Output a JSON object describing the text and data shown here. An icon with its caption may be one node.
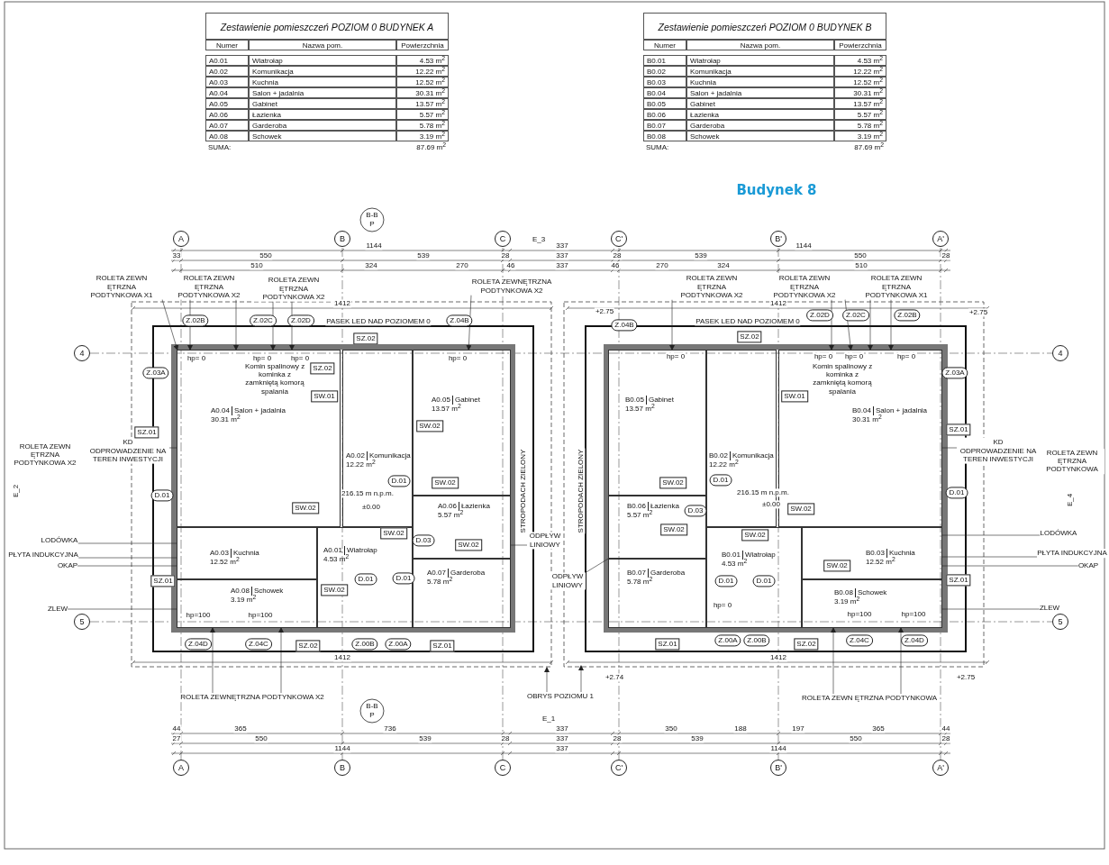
{
  "diagram": {
    "title": "Budynek 8",
    "nodes": [
      {
        "text": [
          "A0.04",
          "Salon + jadalnia",
          "30.31 m$^{2}$"
        ]
      },
      {
        "text": [
          "A0.05",
          "Gabinet",
          "13.57 m$^{2}$"
        ]
      },
      {
        "text": [
          "A0.02",
          "Komunikacja",
          "12.22 m$^{2}$"
        ]
      },
      {
        "text": [
          "A0.06",
          "Łazienka",
          "5.57 m$^{2}$"
        ]
      },
      {
        "text": [
          "A0.01",
          "Wiatrołap",
          "4.53 m$^{2}$"
        ]
      },
      {
        "text": [
          "A0.07",
          "Garderoba",
          "5.78 m$^{2}$"
        ]
      },
      {
        "text": [
          "A0.03",
          "Kuchnia",
          "12.52 m$^{2}$"
        ]
      },
      {
        "text": [
          "A0.08",
          "Schowek",
          "3.19 m$^{2}$"
        ]
      },
      {
        "text": [
          "B0.05",
          "Gabinet",
          "13.57 m$^{2}$"
        ]
      },
      {
        "text": [
          "B0.04",
          "Salon + jadalnia",
          "30.31 m$^{2}$"
        ]
      },
      {
        "text": [
          "B0.02",
          "Komunikacja",
          "12.22 m$^{2}$"
        ]
      },
      {
        "text": [
          "B0.06",
          "Łazienka",
          "5.57 m$^{2}$"
        ]
      },
      {
        "text": [
          "B0.01",
          "Wiatrołap",
          "4.53 m$^{2}$"
        ]
      },
      {
        "text": [
          "B0.07",
          "Garderoba",
          "5.78 m$^{2}$"
        ]
      },
      {
        "text": [
          "B0.03",
          "Kuchnia",
          "12.52 m$^{2}$"
        ]
      },
      {
        "text": [
          "B0.08",
          "Schowek",
          "3.19 m$^{2}$"
        ]
      },
      {
        "text": [
          "ROLETA ZEWN ĘTRZNA PODTYNKOWA X1"
        ]
      },
      {
        "text": [
          "ROLETA ZEWN ĘTRZNA PODTYNKOWA X2"
        ]
      },
      {
        "text": [
          "ROLETA ZEWN ĘTRZNA PODTYNKOWA X2"
        ]
      },
      {
        "text": [
          "ROLETA ZEWNĘTRZNA PODTYNKOWA X2"
        ]
      },
      {
        "text": [
          "KD",
          "ODPROWADZENIE NA TEREN INWESTYCJI"
        ]
      },
      {
        "text": [
          "LODÓWKA"
        ]
      },
      {
        "text": [
          "PŁYTA INDUKCYJNA"
        ]
      },
      {
        "text": [
          "OKAP"
        ]
      },
      {
        "text": [
          "ZLEW"
        ]
      },
      {
        "text": [
          "ODPŁYW LINIOWY"
        ]
      },
      {
        "text": [
          "ROLETA ZEWNĘTRZNA PODTYNKOWA X2"
        ]
      },
      {
        "text": [
          "OBRYS POZIOMU 1"
        ]
      },
      {
        "text": [
          "ROLETA ZEWN ĘTRZNA PODTYNKOWA X2"
        ]
      },
      {
        "text": [
          "ROLETA ZEWN ĘTRZNA PODTYNKOWA X2"
        ]
      },
      {
        "text": [
          "ROLETA ZEWN ĘTRZNA PODTYNKOWA X1"
        ]
      },
      {
        "text": [
          "KD",
          "ODPROWADZENIE NA TEREN INWESTYCJI"
        ]
      },
      {
        "text": [
          "ODPŁYW LINIOWY"
        ]
      },
      {
        "text": [
          "LODÓWKA"
        ]
      },
      {
        "text": [
          "PŁYTA INDUKCYJNA"
        ]
      },
      {
        "text": [
          "OKAP"
        ]
      },
      {
        "text": [
          "ZLEW"
        ]
      },
      {
        "text": [
          "ROLETA ZEWN ĘTRZNA PODTYNKOWA"
        ]
      }
    ],
    "edges": [
      {
        "from": 16,
        "to": 0,
        "arrow": "to"
      },
      {
        "from": 17,
        "to": 0,
        "arrow": "to"
      },
      {
        "from": 17,
        "to": 0,
        "arrow": "to"
      },
      {
        "from": 18,
        "to": 0,
        "arrow": "to"
      },
      {
        "from": 18,
        "to": 0,
        "arrow": "to"
      },
      {
        "from": 19,
        "to": 1,
        "arrow": "to"
      },
      {
        "from": 20,
        "to": 0,
        "arrow": "none"
      },
      {
        "from": 21,
        "to": 6,
        "arrow": "none"
      },
      {
        "from": 22,
        "to": 6,
        "arrow": "none"
      },
      {
        "from": 23,
        "to": 6,
        "arrow": "none"
      },
      {
        "from": 24,
        "to": 7,
        "arrow": "none"
      },
      {
        "from": 25,
        "to": 3,
        "arrow": "none"
      },
      {
        "from": 26,
        "to": 7,
        "arrow": "to"
      },
      {
        "from": 26,
        "to": 7,
        "arrow": "to"
      },
      {
        "from": 27,
        "to": null,
        "arrow": "to"
      },
      {
        "from": 27,
        "to": null,
        "arrow": "to"
      },
      {
        "from": 28,
        "to": 8,
        "arrow": "to"
      },
      {
        "from": 29,
        "to": 9,
        "arrow": "to"
      },
      {
        "from": 29,
        "to": 9,
        "arrow": "to"
      },
      {
        "from": 30,
        "to": 9,
        "arrow": "to"
      },
      {
        "from": 30,
        "to": 9,
        "arrow": "to"
      },
      {
        "from": 31,
        "to": 9,
        "arrow": "none"
      },
      {
        "from": 32,
        "to": 11,
        "arrow": "none"
      },
      {
        "from": 33,
        "to": 14,
        "arrow": "none"
      },
      {
        "from": 34,
        "to": 14,
        "arrow": "none"
      },
      {
        "from": 35,
        "to": 14,
        "arrow": "none"
      },
      {
        "from": 36,
        "to": 15,
        "arrow": "none"
      },
      {
        "from": 37,
        "to": 15,
        "arrow": "to"
      },
      {
        "from": 37,
        "to": 15,
        "arrow": "to"
      }
    ],
    "labels": [
      "Zestawienie pomieszczeń POZIOM 0 BUDYNEK A",
      "Numer",
      "Nazwa pom.",
      "Powierzchnia",
      "A0.01",
      "Wiatrołap",
      "4.53 m$^{2}$",
      "A0.02",
      "Komunikacja",
      "12.22 m$^{2}$",
      "A0.03",
      "Kuchnia",
      "12.52 m$^{2}$",
      "A0.04",
      "Salon + jadalnia",
      "30.31 m$^{2}$",
      "A0.05",
      "Gabinet",
      "13.57 m$^{2}$",
      "A0.06",
      "Łazienka",
      "5.57 m$^{2}$",
      "A0.07",
      "Garderoba",
      "5.78 m$^{2}$",
      "A0.08",
      "Schowek",
      "3.19 m$^{2}$",
      "SUMA:",
      "87.69 m$^{2}$",
      "Zestawienie pomieszczeń POZIOM 0 BUDYNEK B",
      "Numer",
      "Nazwa pom.",
      "Powierzchnia",
      "B0.01",
      "Wiatrołap",
      "4.53 m$^{2}$",
      "B0.02",
      "Komunikacja",
      "12.22 m$^{2}$",
      "B0.03",
      "Kuchnia",
      "12.52 m$^{2}$",
      "B0.04",
      "Salon + jadalnia",
      "30.31 m$^{2}$",
      "B0.05",
      "Gabinet",
      "13.57 m$^{2}$",
      "B0.06",
      "Łazienka",
      "5.57 m$^{2}$",
      "B0.07",
      "Garderoba",
      "5.78 m$^{2}$",
      "B0.08",
      "Schowek",
      "3.19 m$^{2}$",
      "SUMA:",
      "87.69 m$^{2}$",
      "A",
      "B",
      "C",
      "C'",
      "B'",
      "A'",
      "A",
      "B",
      "C",
      "C'",
      "B'",
      "A'",
      "4",
      "5",
      "4",
      "5",
      "1144",
      "337",
      "1144",
      "33",
      "550",
      "539",
      "28",
      "337",
      "28",
      "539",
      "550",
      "28",
      "510",
      "324",
      "270",
      "46",
      "337",
      "46",
      "270",
      "324",
      "510",
      "1412",
      "1412",
      "1412",
      "1412",
      "44",
      "365",
      "736",
      "337",
      "350",
      "188",
      "197",
      "365",
      "44",
      "27",
      "550",
      "539",
      "28",
      "337",
      "28",
      "539",
      "550",
      "28",
      "1144",
      "337",
      "1144",
      "Z.02B",
      "Z.02C",
      "Z.02D",
      "Z.04B",
      "SZ.02",
      "Z.03A",
      "SZ.02",
      "SW.01",
      "SW.02",
      "SZ.01",
      "SW.02",
      "SW.02",
      "SW.02",
      "SW.02",
      "SZ.01",
      "SW.02",
      "Z.04D",
      "Z.04C",
      "SZ.02",
      "Z.00B",
      "Z.00A",
      "SZ.01",
      "Z.04B",
      "Z.02D",
      "Z.02C",
      "Z.02B",
      "SZ.02",
      "Z.03A",
      "SW.01",
      "SZ.01",
      "SW.02",
      "SW.02",
      "SW.02",
      "SW.02",
      "SW.02",
      "SZ.01",
      "SZ.01",
      "Z.00A",
      "Z.00B",
      "SZ.02",
      "Z.04C",
      "Z.04D",
      "D.01",
      "D.01",
      "D.03",
      "D.01",
      "D.01",
      "D.01",
      "D.03",
      "D.01",
      "D.01",
      "D.01",
      "PASEK LED NAD POZIOMEM 0",
      "PASEK LED NAD POZIOMEM 0",
      "Komin spalinowy z kominka z zamkniętą komorą spalania",
      "Komin spalinowy z kominka z zamkniętą komorą spalania",
      "216.15 m n.p.m.",
      "±0.00",
      "216.15 m n.p.m.",
      "±0.00",
      "+2.75",
      "+2.75",
      "+2.74",
      "+2.75",
      "STROPODACH ZIELONY",
      "STROPODACH ZIELONY",
      "B-B",
      "P",
      "B-B",
      "P",
      "E_3",
      "E_1",
      "E_2",
      "E_4",
      "ROLETA ZEWN ĘTRZNA PODTYNKOWA X2",
      "ROLETA ZEWN ĘTRZNA PODTYNKOWA",
      "hp= 0",
      "hp= 0",
      "hp= 0",
      "hp= 0",
      "hp=100",
      "hp=100",
      "hp= 0",
      "hp= 0",
      "hp= 0",
      "hp= 0",
      "hp= 0",
      "hp=100",
      "hp=100"
    ]
  }
}
